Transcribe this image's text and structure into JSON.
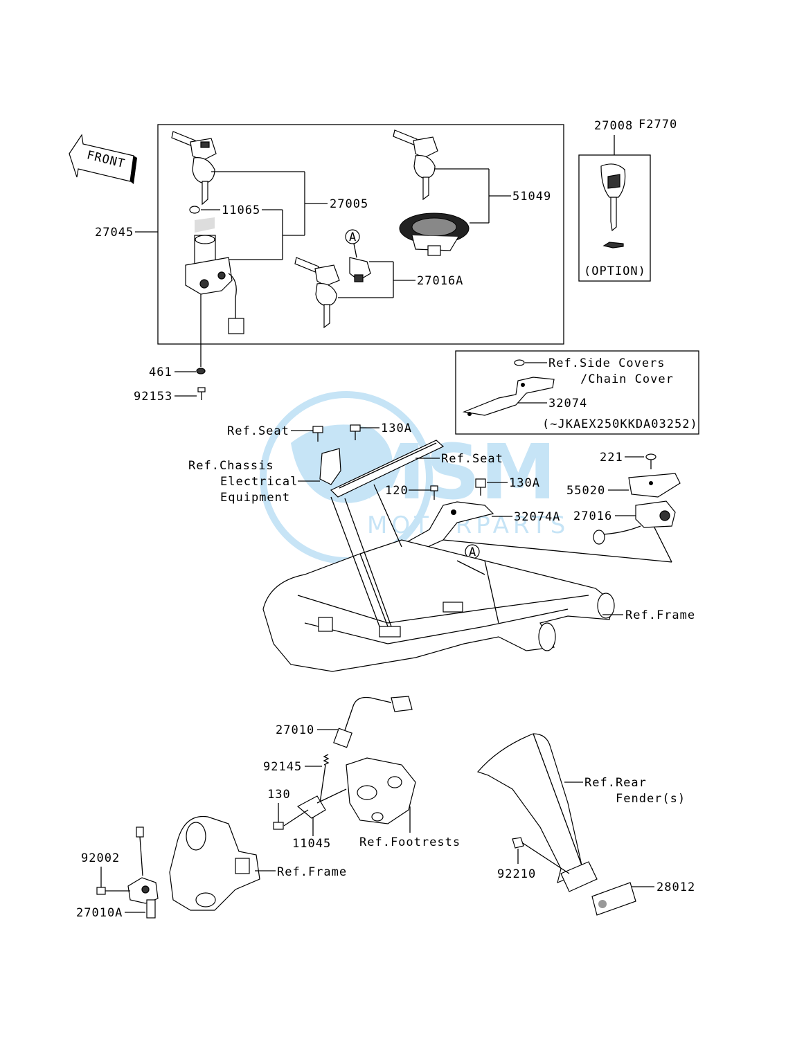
{
  "diagram_code": "F2770",
  "front_label": "FRONT",
  "circle_ref": "A",
  "watermark": {
    "brand": "MSM",
    "sub": "MOTORPARTS",
    "color": "#5fb3e6"
  },
  "labels": {
    "p27008": "27008",
    "p27005": "27005",
    "p51049": "51049",
    "p27045": "27045",
    "p11065": "11065",
    "p27016A": "27016A",
    "option": "(OPTION)",
    "p461": "461",
    "p92153": "92153",
    "ref_side_covers_1": "Ref.Side Covers",
    "ref_side_covers_2": "/Chain Cover",
    "p32074": "32074",
    "vin_range": "(~JKAEX250KKDA03252)",
    "ref_seat_1": "Ref.Seat",
    "p130A_1": "130A",
    "ref_seat_2": "Ref.Seat",
    "ref_chassis_1": "Ref.Chassis",
    "ref_chassis_2": "Electrical",
    "ref_chassis_3": "Equipment",
    "p120": "120",
    "p130A_2": "130A",
    "p221": "221",
    "p55020": "55020",
    "p32074A": "32074A",
    "p27016": "27016",
    "ref_frame_1": "Ref.Frame",
    "p27010": "27010",
    "p92145": "92145",
    "p130": "130",
    "p11045": "11045",
    "ref_footrests": "Ref.Footrests",
    "ref_rear_1": "Ref.Rear",
    "ref_rear_2": "Fender(s)",
    "p92002": "92002",
    "ref_frame_2": "Ref.Frame",
    "p27010A": "27010A",
    "p92210": "92210",
    "p28012": "28012"
  }
}
